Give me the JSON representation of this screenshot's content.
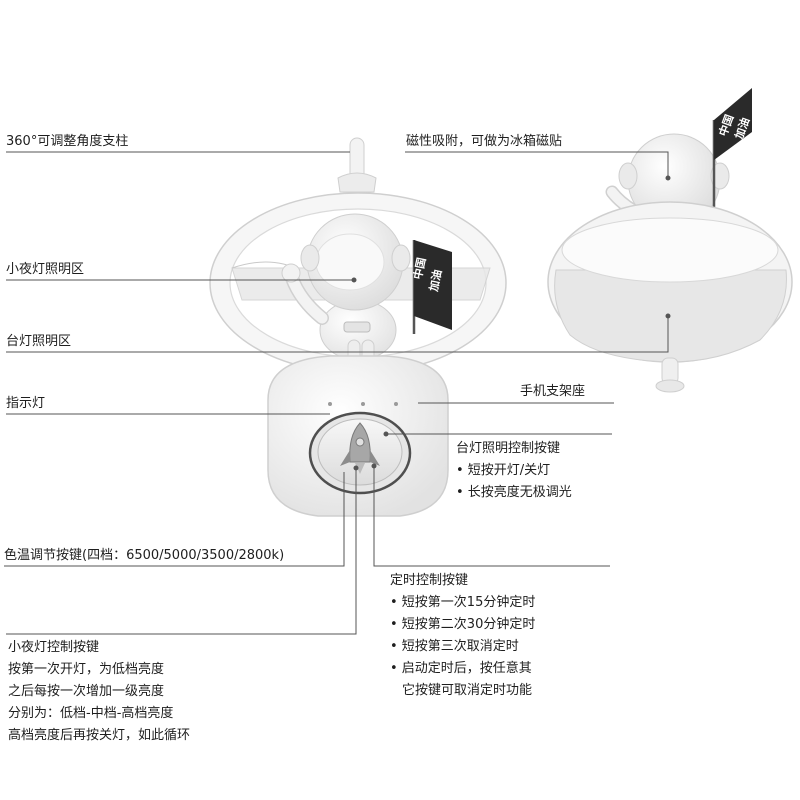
{
  "labels": {
    "pole": "360°可调整角度支柱",
    "magnet": "磁性吸附，可做为冰箱磁贴",
    "night_area": "小夜灯照明区",
    "desk_area": "台灯照明区",
    "indicator": "指示灯",
    "phone_stand": "手机支架座",
    "color_temp": "色温调节按键(四档：6500/5000/3500/2800k)"
  },
  "desk_button": {
    "title": "台灯照明控制按键",
    "items": [
      "• 短按开灯/关灯",
      "• 长按亮度无极调光"
    ]
  },
  "timer_button": {
    "title": "定时控制按键",
    "items": [
      "• 短按第一次15分钟定时",
      "• 短按第二次30分钟定时",
      "• 短按第三次取消定时",
      "• 启动定时后，按任意其",
      "它按键可取消定时功能"
    ]
  },
  "night_button": {
    "title": "小夜灯控制按键",
    "lines": [
      "按第一次开灯，为低档亮度",
      "之后每按一次增加一级亮度",
      "分别为：低档-中档-高档亮度",
      "高档亮度后再按关灯，如此循环"
    ]
  },
  "flag_text": [
    "中国",
    "加油"
  ],
  "colors": {
    "line": "#555555",
    "product": "#f2f2f2",
    "outline": "#d6d6d6"
  }
}
